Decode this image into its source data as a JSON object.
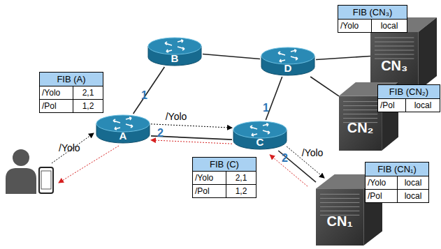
{
  "diagram": {
    "nodes": [
      {
        "text": [
          "FIB (CN₃)",
          "/Yolo",
          "local"
        ]
      },
      {
        "text": [
          "B"
        ]
      },
      {
        "text": [
          "D"
        ]
      },
      {
        "text": [
          "CN₃"
        ]
      },
      {
        "text": [
          "FIB (CN₂)",
          "/Pol",
          "local"
        ]
      },
      {
        "text": [
          "CN₂"
        ]
      },
      {
        "text": [
          "FIB (A)",
          "/Yolo",
          "2,1",
          "/Pol",
          "1,2"
        ]
      },
      {
        "text": [
          "A"
        ]
      },
      {
        "text": [
          "C"
        ]
      },
      {
        "text": [
          "FIB (C)",
          "/Yolo",
          "2,1",
          "/Pol",
          "1,2"
        ]
      },
      {
        "text": [
          "FIB (CN₁)",
          "/Yolo",
          "local",
          "/Pol",
          "local"
        ]
      },
      {
        "text": [
          "CN₁"
        ]
      }
    ],
    "edges": [
      {
        "from": 7,
        "to": 1,
        "arrow": "none"
      },
      {
        "from": 1,
        "to": 2,
        "arrow": "none"
      },
      {
        "from": 7,
        "to": 8,
        "arrow": "none"
      },
      {
        "from": 7,
        "to": 8,
        "arrow": "to",
        "label": "/Yolo"
      },
      {
        "from": 8,
        "to": 7,
        "arrow": "to"
      },
      {
        "from": 2,
        "to": 8,
        "arrow": "none"
      },
      {
        "from": 2,
        "to": 3,
        "arrow": "none"
      },
      {
        "from": 2,
        "to": 5,
        "arrow": "none"
      },
      {
        "from": 8,
        "to": 11,
        "arrow": "none"
      },
      {
        "from": 8,
        "to": 11,
        "arrow": "to",
        "label": "/Yolo"
      },
      {
        "from": 11,
        "to": 8,
        "arrow": "to"
      }
    ],
    "labels": [
      "1",
      "1",
      "2",
      "/Yolo",
      "2"
    ]
  }
}
